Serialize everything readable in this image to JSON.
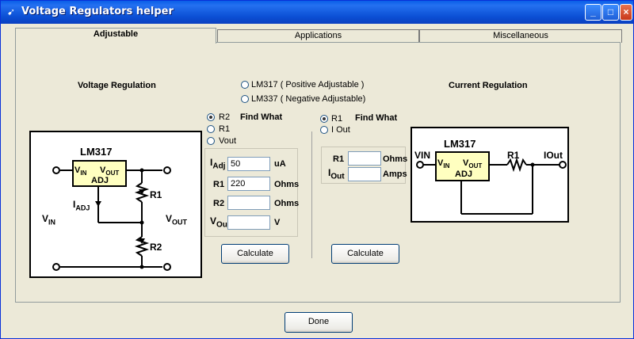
{
  "window": {
    "title": "Voltage Regulators helper"
  },
  "tabs": [
    "Adjustable",
    "Applications",
    "Miscellaneous"
  ],
  "voltage": {
    "heading": "Voltage Regulation",
    "chip_options": [
      "LM317 ( Positive Adjustable )",
      "LM337  ( Negative Adjustable)"
    ],
    "find_what_label": "Find What",
    "find_options": [
      "R2",
      "R1",
      "Vout"
    ],
    "selected_find": "R2",
    "fields": {
      "iadj_label": "I",
      "iadj_sub": "Adj",
      "iadj_value": "50",
      "iadj_unit": "uA",
      "r1_label": "R1",
      "r1_value": "220",
      "r1_unit": "Ohms",
      "r2_label": "R2",
      "r2_value": "",
      "r2_unit": "Ohms",
      "vout_label": "V",
      "vout_sub": "Out",
      "vout_value": "",
      "vout_unit": "V"
    },
    "calculate_label": "Calculate",
    "diagram": {
      "chip": "LM317",
      "vin_pin": "V",
      "vin_pin_sub": "IN",
      "vout_pin": "V",
      "vout_pin_sub": "OUT",
      "adj_pin": "ADJ",
      "iadj": "I",
      "iadj_sub": "ADJ",
      "r1": "R1",
      "r2": "R2",
      "vin": "V",
      "vin_sub": "IN",
      "vout": "V",
      "vout_sub": "OUT"
    }
  },
  "current": {
    "heading": "Current Regulation",
    "find_what_label": "Find What",
    "find_options": [
      "R1",
      "I Out"
    ],
    "selected_find": "R1",
    "fields": {
      "r1_label": "R1",
      "r1_value": "",
      "r1_unit": "Ohms",
      "iout_label": "I",
      "iout_sub": "Out",
      "iout_value": "",
      "iout_unit": "Amps"
    },
    "calculate_label": "Calculate",
    "diagram": {
      "chip": "LM317",
      "vin": "VIN",
      "vin_pin": "V",
      "vin_pin_sub": "IN",
      "vout_pin": "V",
      "vout_pin_sub": "OUT",
      "adj_pin": "ADJ",
      "r1": "R1",
      "iout": "IOut"
    }
  },
  "done_label": "Done"
}
